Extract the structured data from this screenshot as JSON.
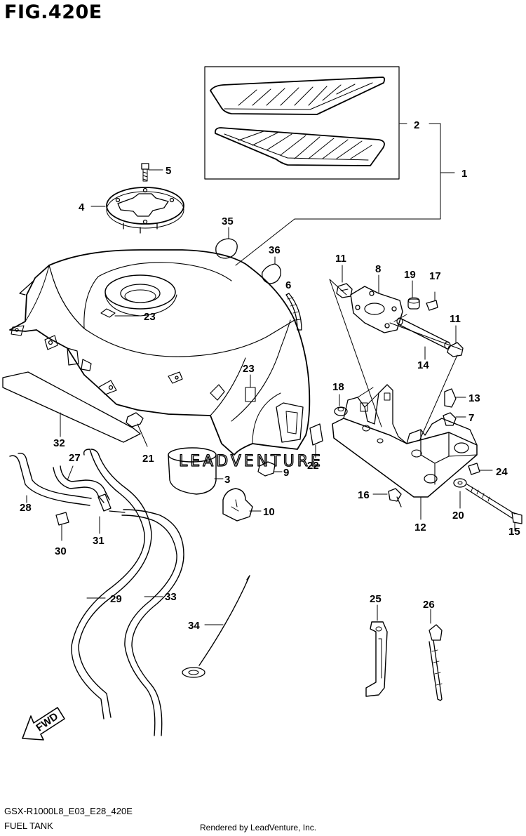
{
  "figure": {
    "title": "FIG.420E",
    "model_code": "GSX-R1000L8_E03_E28_420E",
    "section_name": "FUEL TANK",
    "credit": "Rendered by LeadVenture, Inc.",
    "watermark": "LEADVENTURE",
    "direction_label": "FWD"
  },
  "callouts": [
    "1",
    "2",
    "3",
    "4",
    "5",
    "6",
    "7",
    "8",
    "9",
    "10",
    "11",
    "11",
    "12",
    "13",
    "14",
    "15",
    "16",
    "17",
    "18",
    "19",
    "20",
    "21",
    "22",
    "23",
    "23",
    "24",
    "25",
    "26",
    "27",
    "28",
    "29",
    "30",
    "31",
    "32",
    "33",
    "34",
    "35",
    "36"
  ],
  "colors": {
    "line": "#000000",
    "background": "#ffffff",
    "watermark": "#cfcfcf"
  }
}
